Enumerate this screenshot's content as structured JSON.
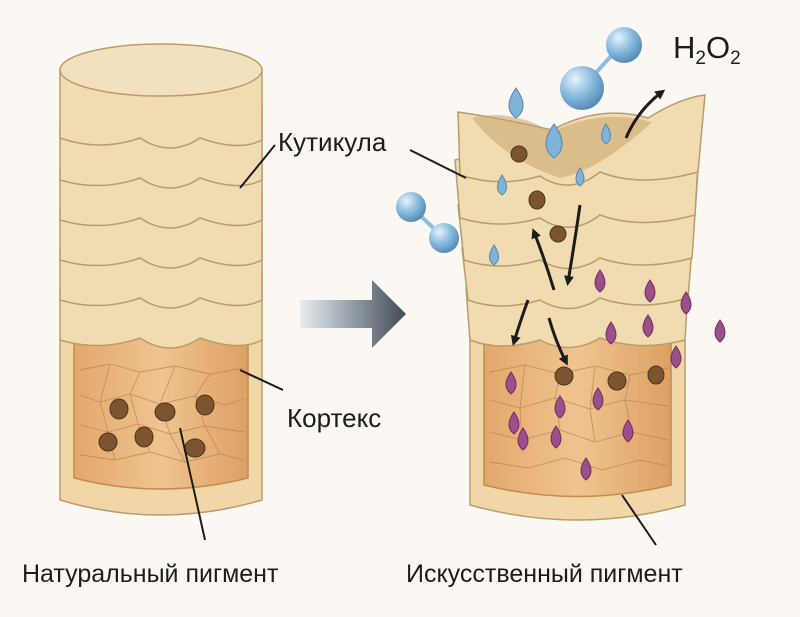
{
  "labels": {
    "cuticle": "Кутикула",
    "cortex": "Кортекс",
    "natural_pigment": "Натуральный пигмент",
    "artificial_pigment": "Искусственный пигмент"
  },
  "formula": {
    "symbol_1": "H",
    "sub_1": "2",
    "symbol_2": "O",
    "sub_2": "2"
  },
  "colors": {
    "background": "#fbf8f3",
    "cuticle_scale": "#f1dcb2",
    "cuticle_edge": "#b99c6c",
    "cortex": "#e8b57c",
    "cortex_cells": "#b8844f",
    "natural_pigment": "#7a5530",
    "artificial_pigment": "#9c4f8a",
    "water_drop": "#7fb4d8",
    "h2o2_molecule": "#8cbde0",
    "process_arrow": "#4c5660"
  },
  "icons": [
    "process-arrow-icon",
    "water-drop-icon",
    "h2o2-molecule-icon",
    "release-arrow-icon"
  ]
}
